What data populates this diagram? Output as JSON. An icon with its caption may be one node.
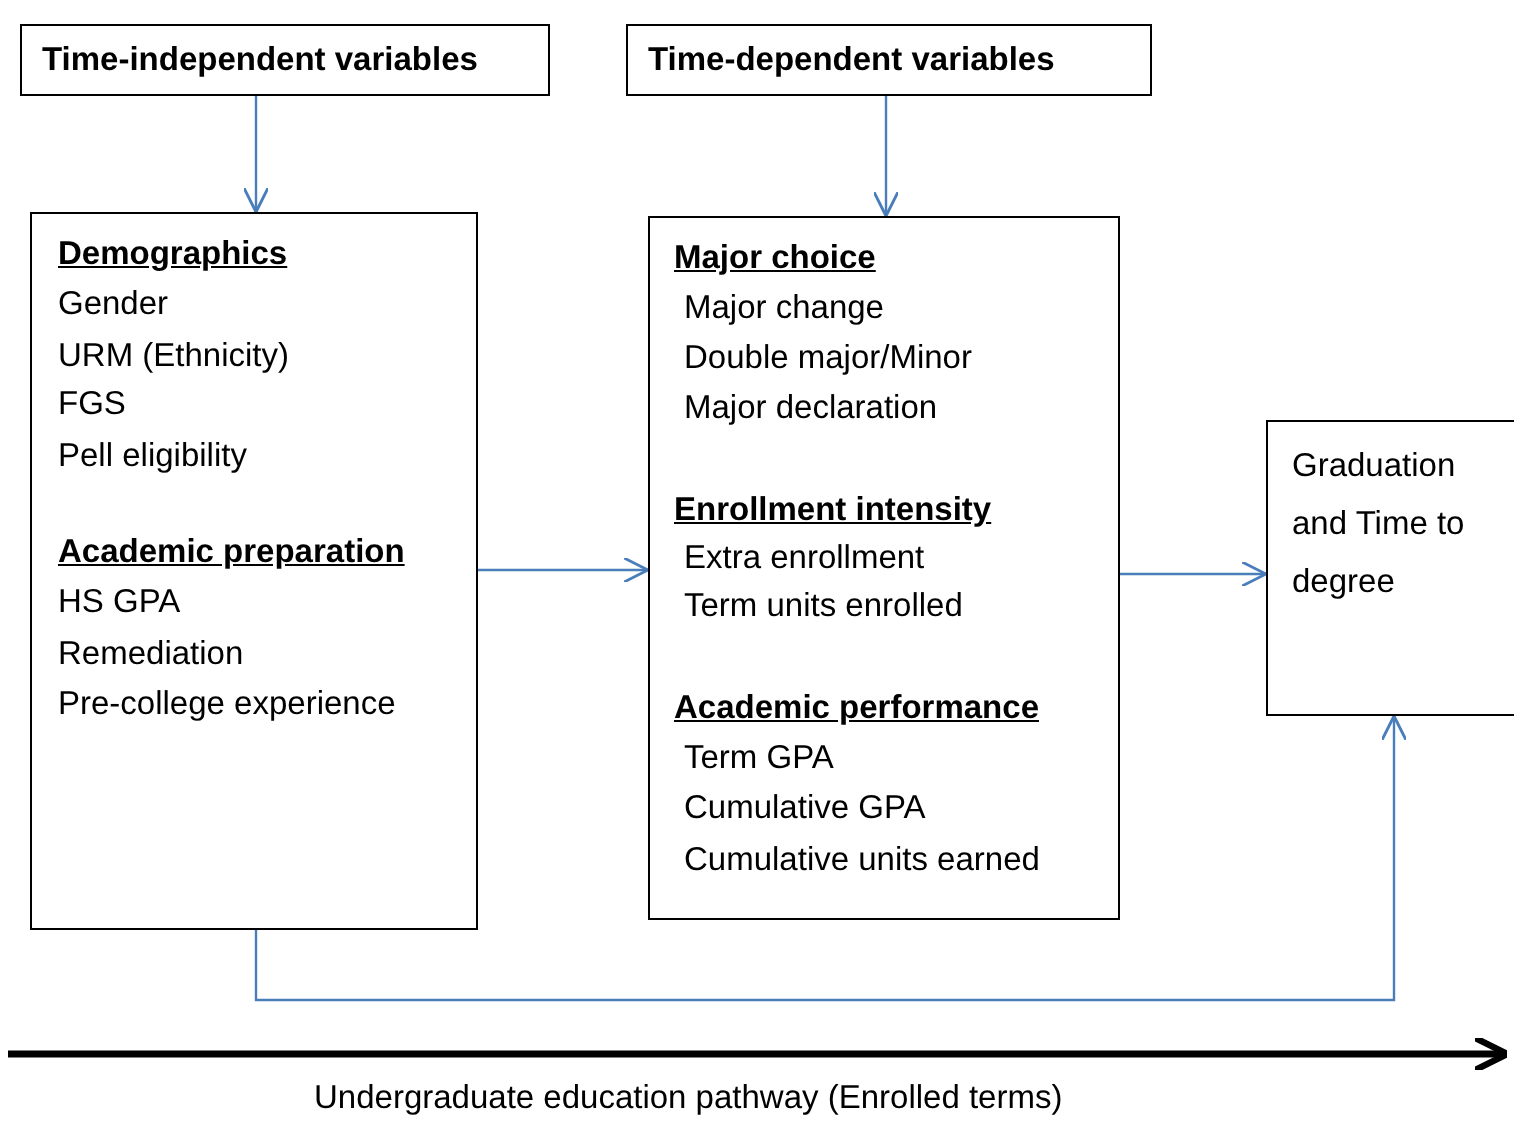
{
  "diagram": {
    "nodes": [
      {
        "text": [
          "Time-independent variables"
        ]
      },
      {
        "text": [
          "Time-dependent variables"
        ]
      },
      {
        "text": [
          "Demographics",
          "Gender",
          "URM (Ethnicity)",
          "FGS",
          "Pell eligibility",
          "Academic preparation",
          "HS GPA",
          "Remediation",
          "Pre-college experience"
        ]
      },
      {
        "text": [
          "Major choice",
          "Major change",
          "Double major/Minor",
          "Major declaration",
          "Enrollment intensity",
          "Extra enrollment",
          "Term units enrolled",
          "Academic performance",
          "Term GPA",
          "Cumulative GPA",
          "Cumulative units earned"
        ]
      },
      {
        "text": [
          "Graduation and Time to degree"
        ]
      }
    ],
    "edges": [
      {
        "from": 0,
        "to": 2,
        "arrow": "to"
      },
      {
        "from": 1,
        "to": 3,
        "arrow": "to"
      },
      {
        "from": 2,
        "to": 3,
        "arrow": "to"
      },
      {
        "from": 3,
        "to": 4,
        "arrow": "to"
      },
      {
        "from": 2,
        "to": 4,
        "arrow": "to"
      }
    ],
    "labels": [
      "Undergraduate education pathway (Enrolled terms)"
    ]
  }
}
